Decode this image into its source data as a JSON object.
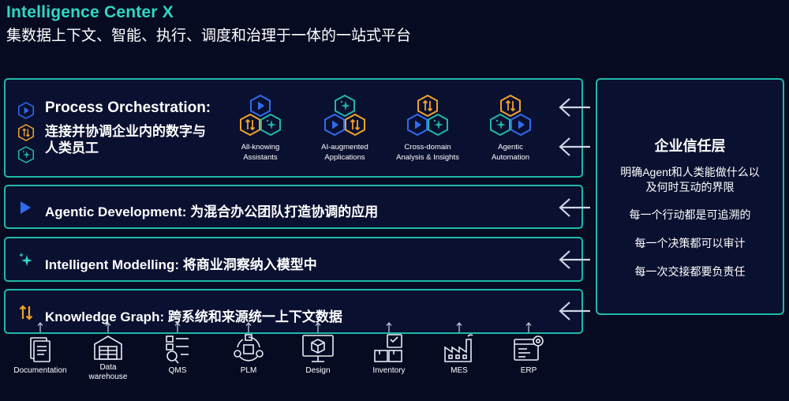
{
  "header": {
    "title": "Intelligence Center X",
    "subtitle": "集数据上下文、智能、执行、调度和治理于一体的一站式平台"
  },
  "colors": {
    "accent": "#1fb8a8",
    "title": "#2fd8c4",
    "blue": "#2f6cf0",
    "orange": "#f2a12a",
    "background": "#070b22"
  },
  "layers": {
    "process": {
      "title": "Process Orchestration:",
      "subtitle_line1": "连接并协调企业内的数字与",
      "subtitle_line2": "人类员工"
    },
    "agentic": {
      "label": "Agentic Development: 为混合办公团队打造协调的应用"
    },
    "modelling": {
      "label": "Intelligent Modelling: 将商业洞察纳入模型中"
    },
    "knowledge": {
      "label": "Knowledge Graph: 跨系统和来源统一上下文数据"
    }
  },
  "apps": [
    {
      "line1": "All-knowing",
      "line2": "Assistants",
      "icon": "hex-cluster-icon"
    },
    {
      "line1": "AI-augmented",
      "line2": "Applications",
      "icon": "hex-cluster-icon"
    },
    {
      "line1": "Cross-domain",
      "line2": "Analysis & Insights",
      "icon": "hex-cluster-icon"
    },
    {
      "line1": "Agentic",
      "line2": "Automation",
      "icon": "hex-cluster-icon"
    }
  ],
  "trust": {
    "title": "企业信任层",
    "line1": "明确Agent和人类能做什么以",
    "line2": "及何时互动的界限",
    "line3": "每一个行动都是可追溯的",
    "line4": "每一个决策都可以审计",
    "line5": "每一次交接都要负责任"
  },
  "sources": [
    {
      "label": "Documentation",
      "label2": "",
      "icon": "documents-icon"
    },
    {
      "label": "Data",
      "label2": "warehouse",
      "icon": "warehouse-icon"
    },
    {
      "label": "QMS",
      "label2": "",
      "icon": "checklist-search-icon"
    },
    {
      "label": "PLM",
      "label2": "",
      "icon": "cycle-icon"
    },
    {
      "label": "Design",
      "label2": "",
      "icon": "monitor-cube-icon"
    },
    {
      "label": "Inventory",
      "label2": "",
      "icon": "boxes-icon"
    },
    {
      "label": "MES",
      "label2": "",
      "icon": "factory-icon"
    },
    {
      "label": "ERP",
      "label2": "",
      "icon": "dashboard-gear-icon"
    }
  ]
}
